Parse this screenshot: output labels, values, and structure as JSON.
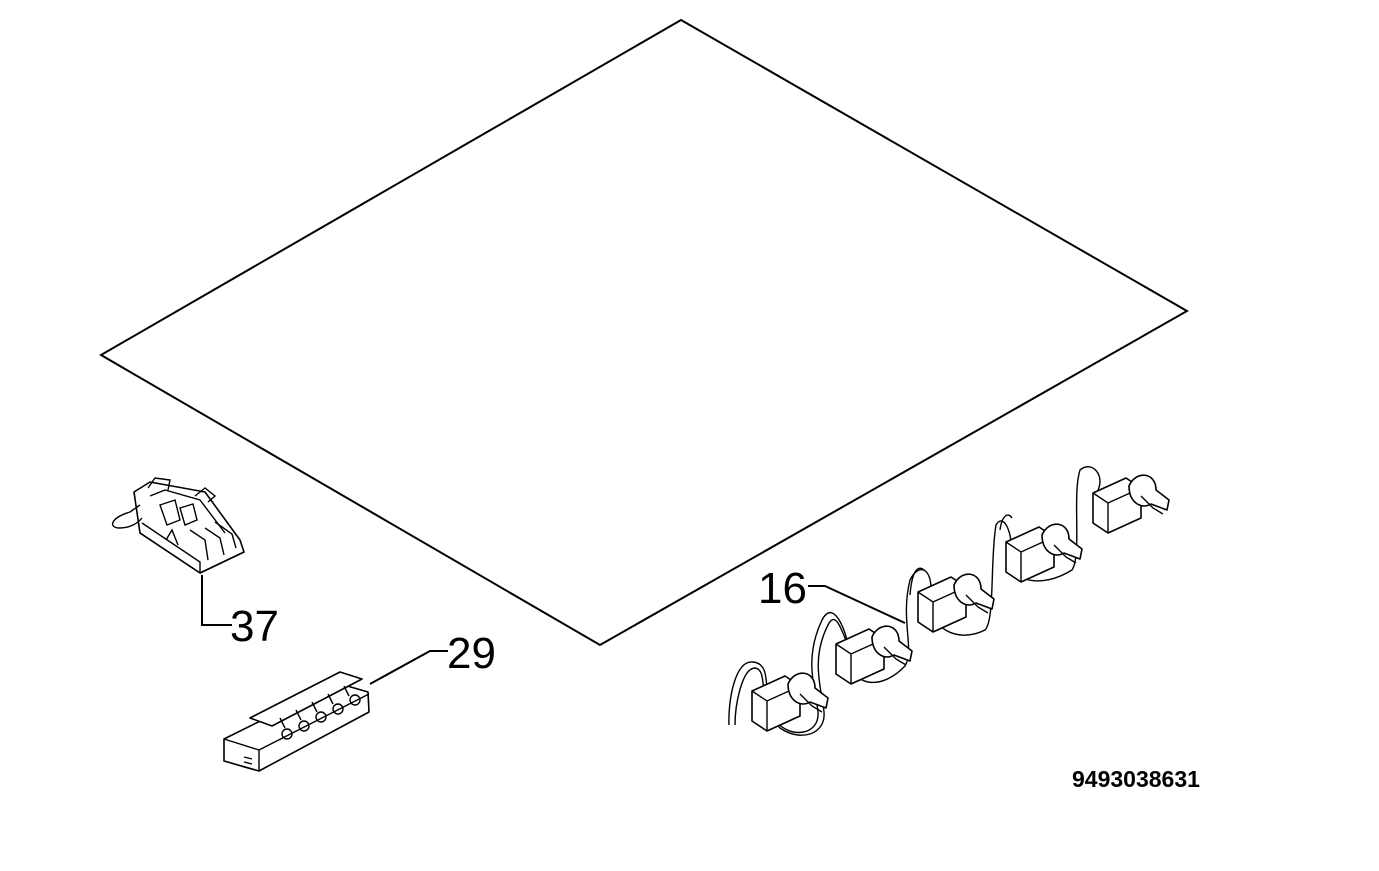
{
  "parts": [
    {
      "label": "37",
      "part": "switch-block"
    },
    {
      "label": "29",
      "part": "ignition-switch-strip"
    },
    {
      "label": "16",
      "part": "igniter-switch-harness"
    }
  ],
  "reference_number": "9493038631"
}
